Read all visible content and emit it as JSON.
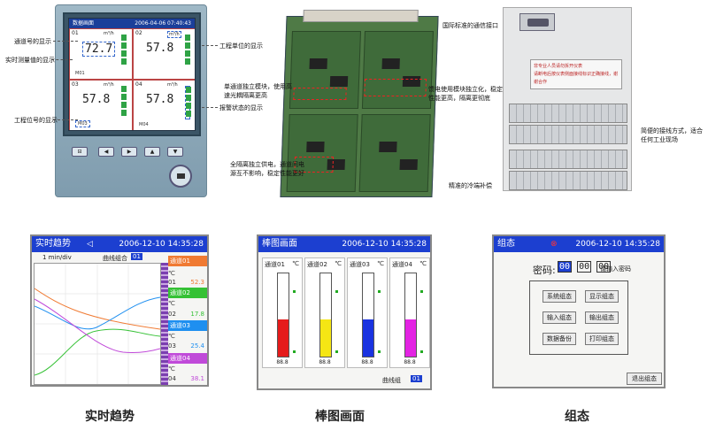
{
  "device": {
    "screen_title": "数据画面",
    "screen_datetime": "2006-04-06 07:40:43",
    "channels": [
      {
        "no": "01",
        "unit": "m³/h",
        "value": "72.7",
        "tag": "M01"
      },
      {
        "no": "02",
        "unit": "m³/h",
        "value": "57.8",
        "tag": ""
      },
      {
        "no": "03",
        "unit": "m³/h",
        "value": "57.8",
        "tag": "M03"
      },
      {
        "no": "04",
        "unit": "m³/h",
        "value": "57.8",
        "tag": "M04"
      }
    ],
    "buttons": [
      "⊟",
      "◀",
      "▶",
      "▲",
      "▼"
    ]
  },
  "annotations": {
    "channel_no": "通道号的显示",
    "realtime_value": "实时测量值的显示",
    "tag_no": "工程位号的显示",
    "unit": "工程单位的显示",
    "alarm": "报警状态的显示",
    "single_channel": "单通道独立模块，使用高速光耦隔离更高",
    "full_isolation": "全隔离独立供电，通道间电源互不影响，稳定性能更好",
    "feed_module": "馈电使用模块独立化，稳定性能更高，隔离更彻底",
    "comm_port": "国际标准的通信接口",
    "wiring": "简便的接线方式，适合任何工业现场",
    "cold_junction": "精准的冷端补偿"
  },
  "terminal": {
    "warning_line1": "非专业人员请勿拆开仪表",
    "warning_line2": "请断电后按仪表侧面接线标识正确接线，谢谢合作"
  },
  "trend": {
    "title": "实时趋势",
    "datetime": "2006-12-10  14:35:28",
    "timescale": "1 min/div",
    "group_label": "曲线组合",
    "group_value": "01",
    "channels": [
      {
        "label": "通道01",
        "no": "01",
        "value": "52.3",
        "color": "#f07a32"
      },
      {
        "label": "通道02",
        "no": "02",
        "value": "17.8",
        "color": "#35c135"
      },
      {
        "label": "通道03",
        "no": "03",
        "value": "25.4",
        "color": "#1e8ff0"
      },
      {
        "label": "通道04",
        "no": "04",
        "value": "38.1",
        "color": "#c04ad9"
      }
    ],
    "unit": "℃",
    "caption": "实时趋势"
  },
  "bar": {
    "title": "棒图画面",
    "datetime": "2006-12-10  14:35:28",
    "group_label": "曲线组",
    "group_value": "01",
    "columns": [
      {
        "name": "通道01",
        "unit": "℃",
        "value": "88.8",
        "level": 0.45,
        "color": "#e51b1b"
      },
      {
        "name": "通道02",
        "unit": "℃",
        "value": "88.8",
        "level": 0.45,
        "color": "#f5e614"
      },
      {
        "name": "通道03",
        "unit": "℃",
        "value": "88.8",
        "level": 0.45,
        "color": "#1a33e0"
      },
      {
        "name": "通道04",
        "unit": "℃",
        "value": "88.8",
        "level": 0.45,
        "color": "#e323e3"
      }
    ],
    "caption": "棒图画面"
  },
  "config": {
    "title": "组态",
    "datetime": "2006-12-10  14:35:28",
    "password_label": "密码:",
    "password_digits": [
      "00",
      "00",
      "00"
    ],
    "password_hint": "请输入密码",
    "buttons": [
      "系统组态",
      "显示组态",
      "输入组态",
      "输出组态",
      "数据备份",
      "打印组态"
    ],
    "exit_label": "退出组态",
    "caption": "组态"
  },
  "colors": {
    "header_blue": "#1c3fd0",
    "pcb_green": "#4f7a46",
    "alarm_green": "#2fa345"
  }
}
